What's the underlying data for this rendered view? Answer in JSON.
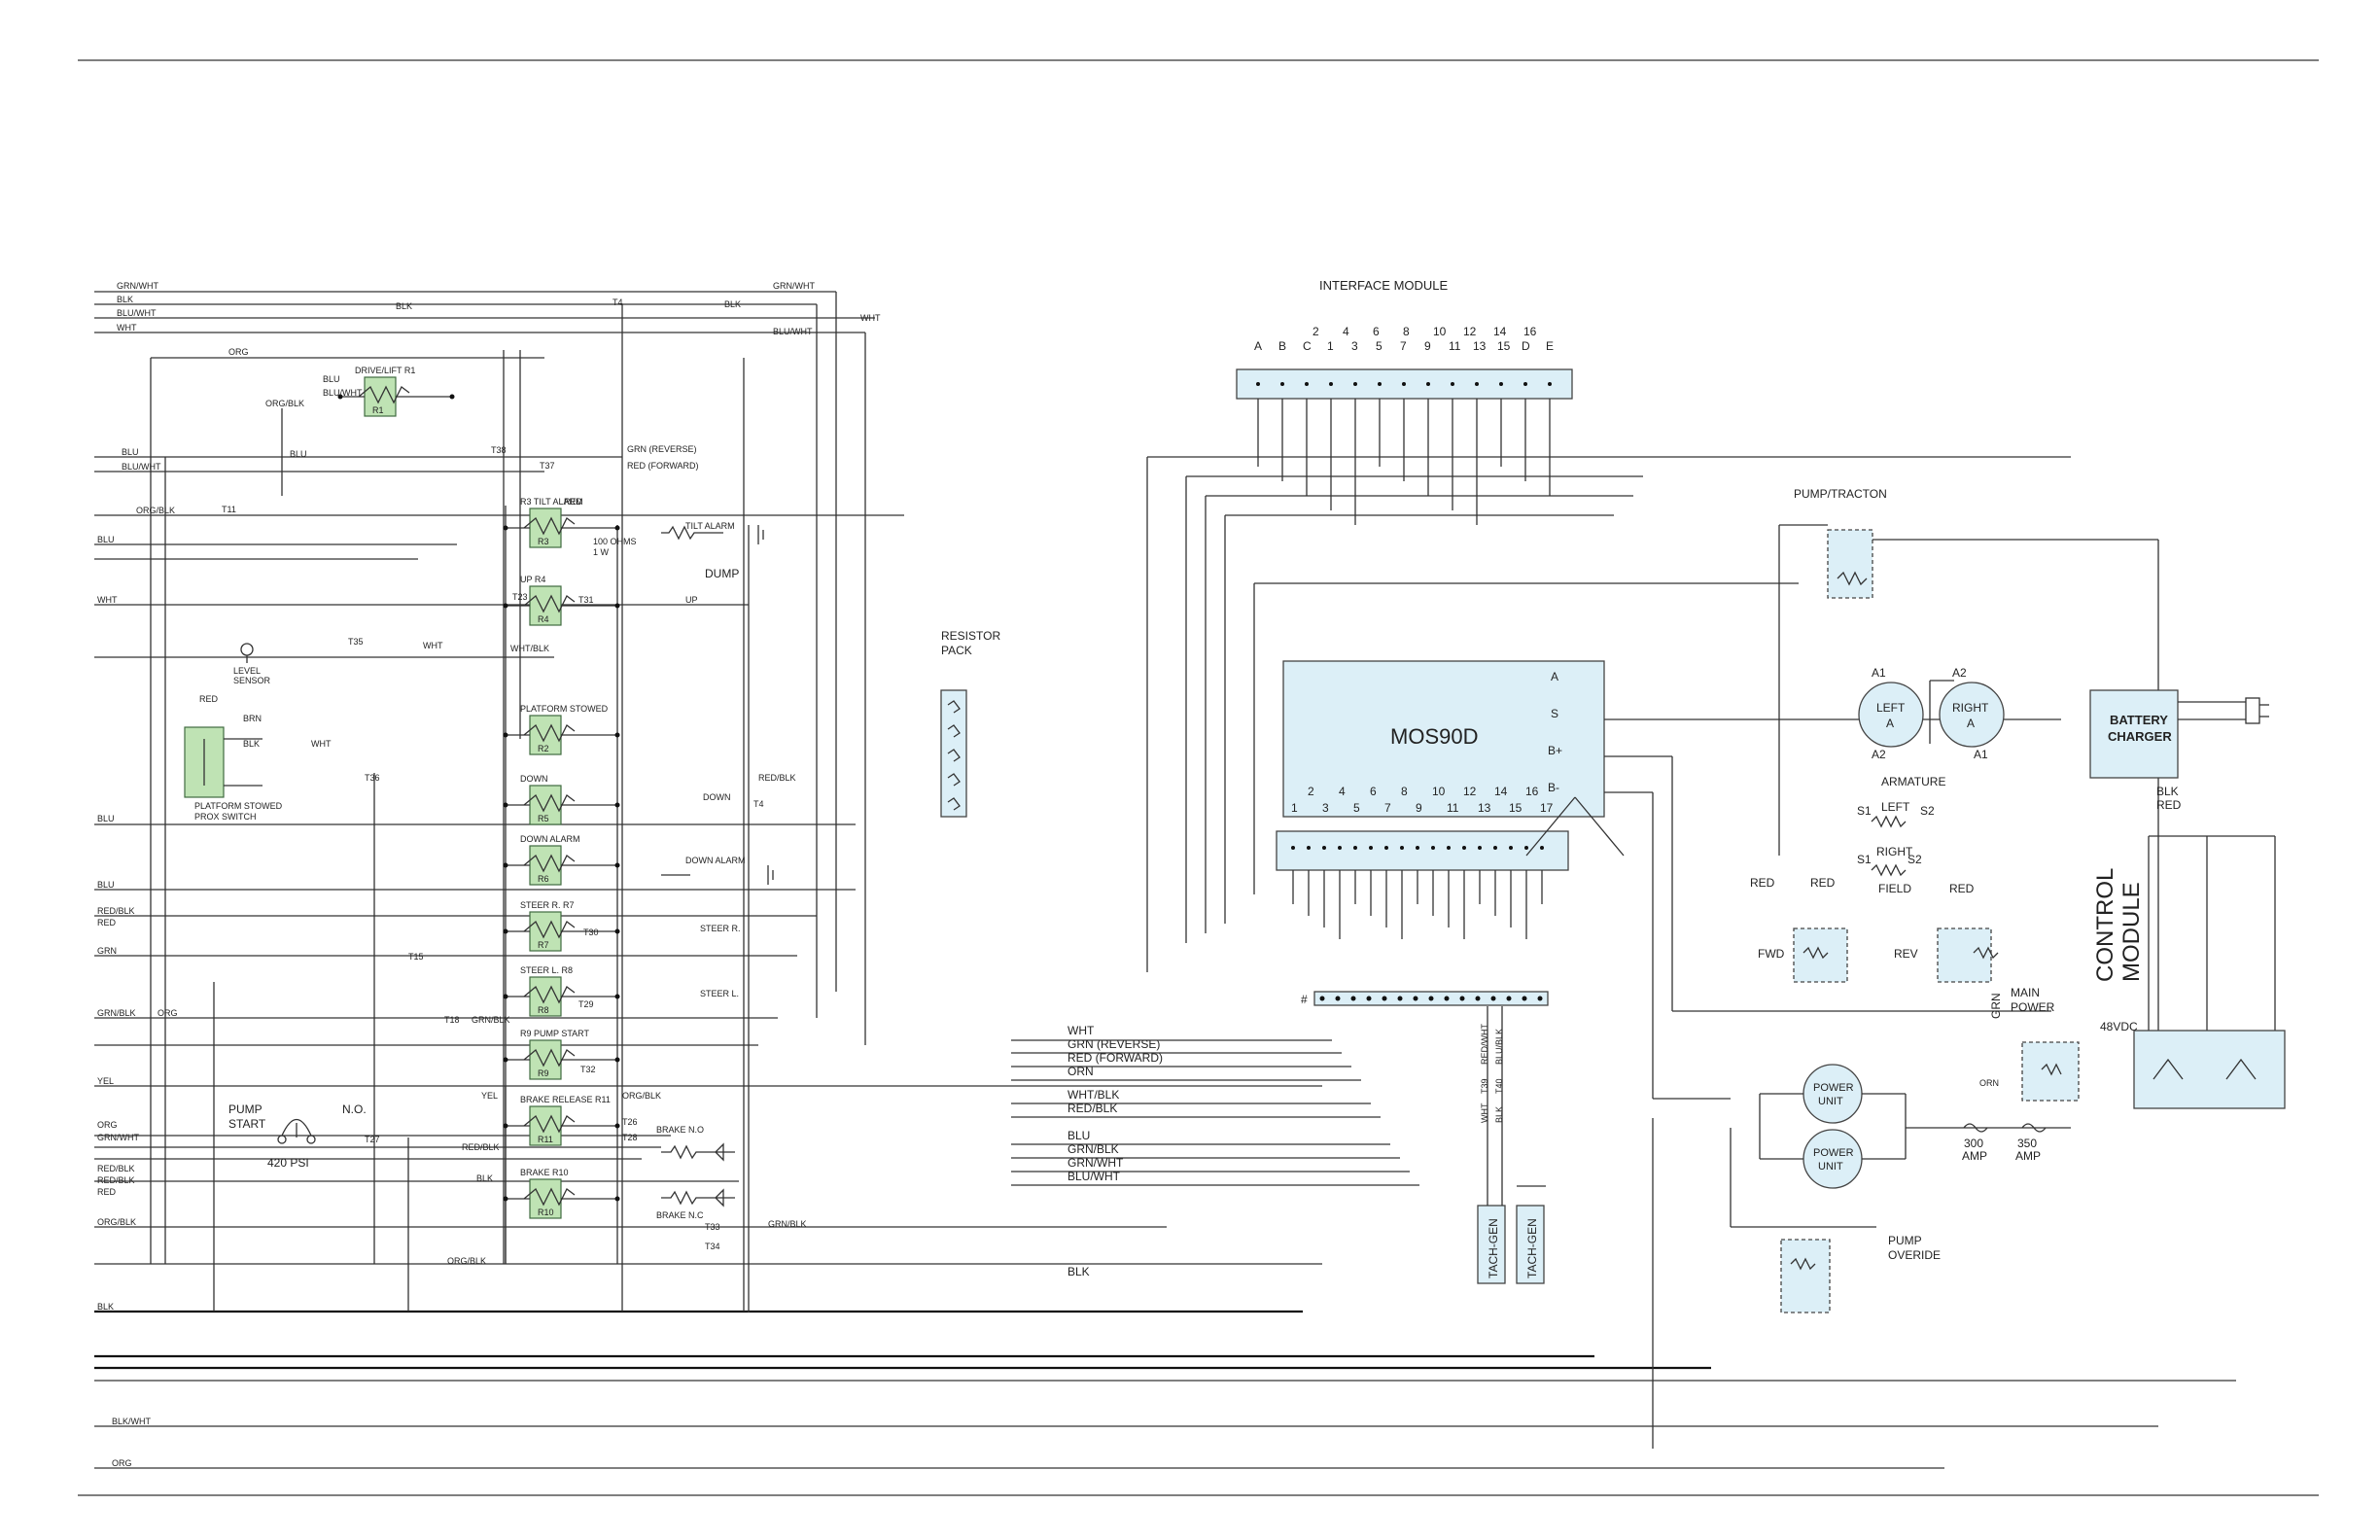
{
  "colors": {
    "wire": "#333333",
    "module_fill": "#dceff7",
    "relay_fill": "#bfe3b4",
    "background": "#ffffff"
  },
  "interface_module": {
    "title": "INTERFACE MODULE",
    "pins_top": [
      "2",
      "4",
      "6",
      "8",
      "10",
      "12",
      "14",
      "16"
    ],
    "pins_bottom": [
      "A",
      "B",
      "C",
      "1",
      "3",
      "5",
      "7",
      "9",
      "11",
      "13",
      "15",
      "D",
      "E"
    ]
  },
  "mos90d": {
    "title": "MOS90D",
    "right_pins": [
      "A",
      "S",
      "B+",
      "B-"
    ],
    "top_row": [
      "2",
      "4",
      "6",
      "8",
      "10",
      "12",
      "14",
      "16"
    ],
    "bottom_row": [
      "1",
      "3",
      "5",
      "7",
      "9",
      "11",
      "13",
      "15",
      "17"
    ]
  },
  "components": {
    "resistor_pack": [
      "RESISTOR",
      "PACK"
    ],
    "pump_traction": "PUMP/TRACTON",
    "left_motor": {
      "label": "LEFT",
      "sub": "A",
      "a1": "A1",
      "a2": "A2"
    },
    "right_motor": {
      "label": "RIGHT",
      "sub": "A",
      "a1": "A1",
      "a2": "A2"
    },
    "armature": "ARMATURE",
    "field": "FIELD",
    "left_field": {
      "label": "LEFT",
      "s1": "S1",
      "s2": "S2"
    },
    "right_field": {
      "label": "RIGHT",
      "s1": "S1",
      "s2": "S2"
    },
    "fwd": "FWD",
    "rev": "REV",
    "red": "RED",
    "battery_charger": [
      "BATTERY",
      "CHARGER"
    ],
    "charger_wires": [
      "BLK",
      "RED"
    ],
    "control_module": [
      "CONTROL",
      "MODULE"
    ],
    "vdc": "48VDC",
    "main_power": [
      "MAIN",
      "POWER"
    ],
    "power_unit_1": [
      "POWER",
      "UNIT"
    ],
    "power_unit_2": [
      "POWER",
      "UNIT"
    ],
    "fuse_300": [
      "300",
      "AMP"
    ],
    "fuse_350": [
      "350",
      "AMP"
    ],
    "pump_override": [
      "PUMP",
      "OVERIDE"
    ],
    "tach_gen_1": "TACH-GEN",
    "tach_gen_2": "TACH-GEN",
    "pump_start": [
      "PUMP",
      "START"
    ],
    "pump_no": "N.O.",
    "psi": "420 PSI",
    "level_sensor": [
      "LEVEL",
      "SENSOR"
    ],
    "prox_switch": [
      "PLATFORM STOWED",
      "PROX SWITCH"
    ],
    "grn_wire": "GRN",
    "wire_hash": "#"
  },
  "relays": [
    {
      "name": "DRIVE/LIFT R1",
      "coil": "R1"
    },
    {
      "name": "R3 TILT ALARM",
      "coil": "R3"
    },
    {
      "name": "UP R4",
      "coil": "R4"
    },
    {
      "name": "PLATFORM STOWED",
      "coil": "R2"
    },
    {
      "name": "DOWN",
      "coil": "R5"
    },
    {
      "name": "DOWN ALARM",
      "coil": "R6"
    },
    {
      "name": "STEER R. R7",
      "coil": "R7"
    },
    {
      "name": "STEER L. R8",
      "coil": "R8"
    },
    {
      "name": "R9 PUMP START",
      "coil": "R9"
    },
    {
      "name": "BRAKE RELEASE R11",
      "coil": "R11"
    },
    {
      "name": "BRAKE R10",
      "coil": "R10"
    }
  ],
  "outputs": [
    "TILT ALARM",
    "DUMP",
    "UP",
    "DOWN",
    "DOWN ALARM",
    "STEER R.",
    "STEER L.",
    "BRAKE N.O",
    "BRAKE N.C",
    "100 OHMS",
    "1 W"
  ],
  "terminals": [
    "T4",
    "T11",
    "T15",
    "T18",
    "T23",
    "T26",
    "T27",
    "T28",
    "T29",
    "T30",
    "T31",
    "T32",
    "T33",
    "T34",
    "T35",
    "T36",
    "T37",
    "T38"
  ],
  "wire_labels": {
    "left_bus": [
      "GRN/WHT",
      "BLK",
      "BLU/WHT",
      "WHT",
      "ORG",
      "BLU",
      "BLU/WHT",
      "ORG/BLK",
      "BLU",
      "WHT",
      "BLU",
      "BLU",
      "RED/BLK",
      "RED",
      "GRN",
      "GRN/BLK",
      "YEL",
      "ORG",
      "GRN/WHT",
      "RED/BLK",
      "RED/BLK",
      "RED",
      "ORG/BLK",
      "BLK",
      "BLK/WHT",
      "ORG"
    ],
    "top_bus": [
      "GRN/WHT",
      "BLK",
      "BLU/WHT",
      "WHT"
    ],
    "center_bus": [
      "WHT",
      "GRN (REVERSE)",
      "RED (FORWARD)",
      "ORN",
      "WHT/BLK",
      "RED/BLK",
      "BLU",
      "GRN/BLK",
      "GRN/WHT",
      "BLU/WHT"
    ],
    "upper": [
      "GRN (REVERSE)",
      "RED (FORWARD)"
    ],
    "bottom": "BLK",
    "tach": [
      "WHT",
      "T39",
      "RED/WHT",
      "BLK",
      "T40",
      "BLU/BLK"
    ],
    "misc": [
      "RED",
      "BLU",
      "BLU/WHT",
      "ORG/BLK",
      "BLU",
      "BLK",
      "WHT",
      "RED/BLK",
      "WHT/BLK",
      "RED",
      "BRN",
      "BLK",
      "WHT",
      "ORG/BLK",
      "GRN/BLK",
      "YEL",
      "RED/BLK",
      "ORG/BLK",
      "GRN/BLK",
      "BLK",
      "ORG",
      "ORN",
      "T4"
    ]
  }
}
